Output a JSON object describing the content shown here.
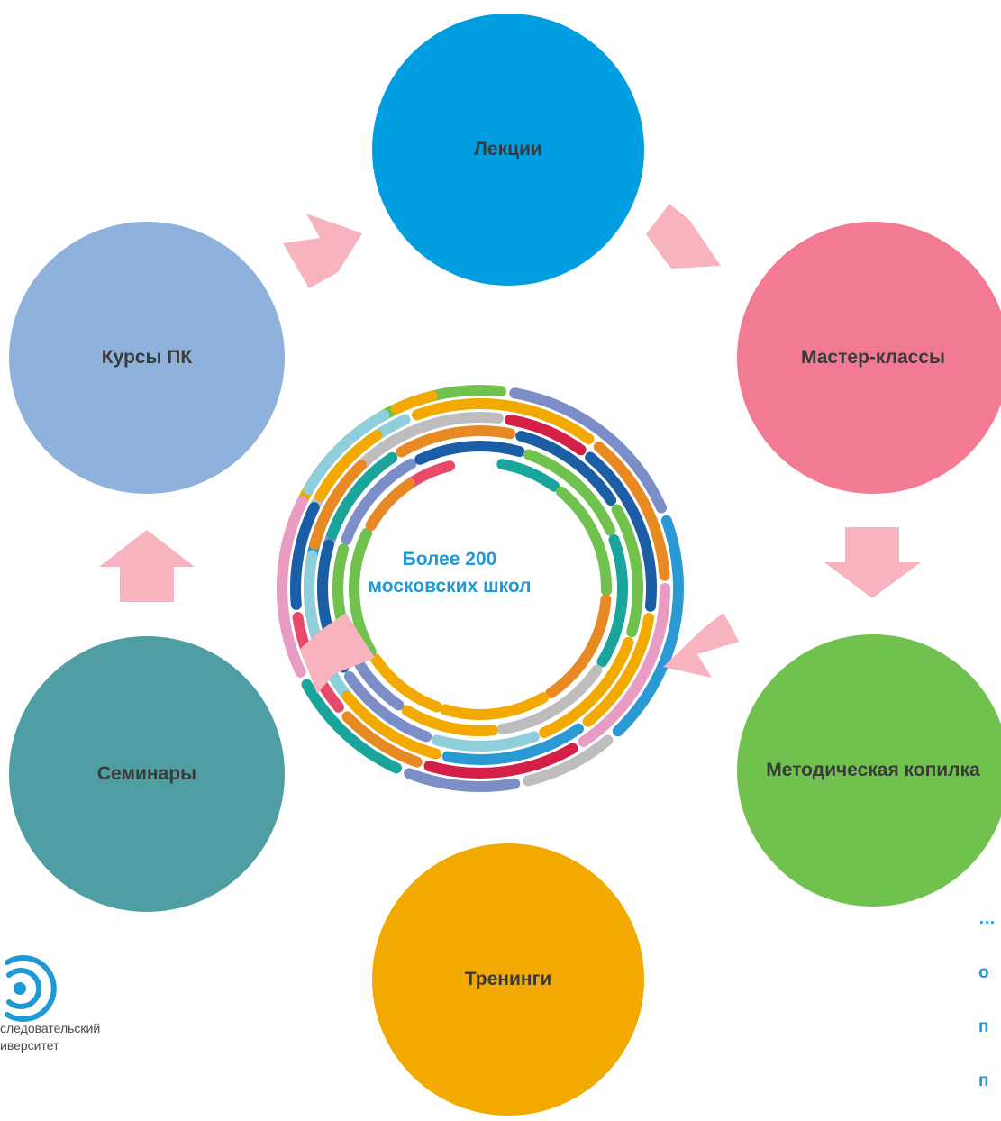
{
  "diagram": {
    "center_label": [
      "Более 200",
      "московских школ"
    ],
    "nodes": [
      {
        "id": "lectures",
        "label": "Лекции",
        "color": "#009ee0"
      },
      {
        "id": "master",
        "label": "Мастер-классы",
        "color": "#f27a92"
      },
      {
        "id": "method",
        "label": "Методическая копилка",
        "color": "#70c14e"
      },
      {
        "id": "trainings",
        "label": "Тренинги",
        "color": "#f2a900"
      },
      {
        "id": "seminars",
        "label": "Семинары",
        "color": "#4f9ea4"
      },
      {
        "id": "courses",
        "label": "Курсы ПК",
        "color": "#8fb2dd"
      }
    ],
    "arrow_color": "#f7b3be",
    "ring_colors": [
      "#e84a6a",
      "#7c8ec7",
      "#2b9ad4",
      "#70c14e",
      "#f2a900",
      "#e88a24",
      "#1b5ea6",
      "#bdbdbd",
      "#e89cc3",
      "#8ecfdb",
      "#1aa59c",
      "#d41f49"
    ]
  },
  "logo": {
    "text_line1": "следовательский",
    "text_line2": "иверситет",
    "accent": "#1d9ad6"
  },
  "side_text": [
    "…",
    "о",
    "п",
    "п"
  ]
}
